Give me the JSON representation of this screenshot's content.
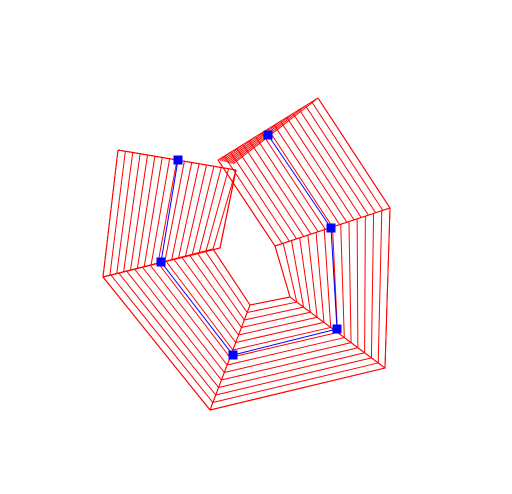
{
  "scene": {
    "background": "#ffffff",
    "wire_color": "#ff0000",
    "path_color": "#0000ff",
    "handle_color": "#0000ff",
    "wire_icon": "wireframe-surface",
    "handle_icon": "square-handle",
    "handle_count": 6
  }
}
